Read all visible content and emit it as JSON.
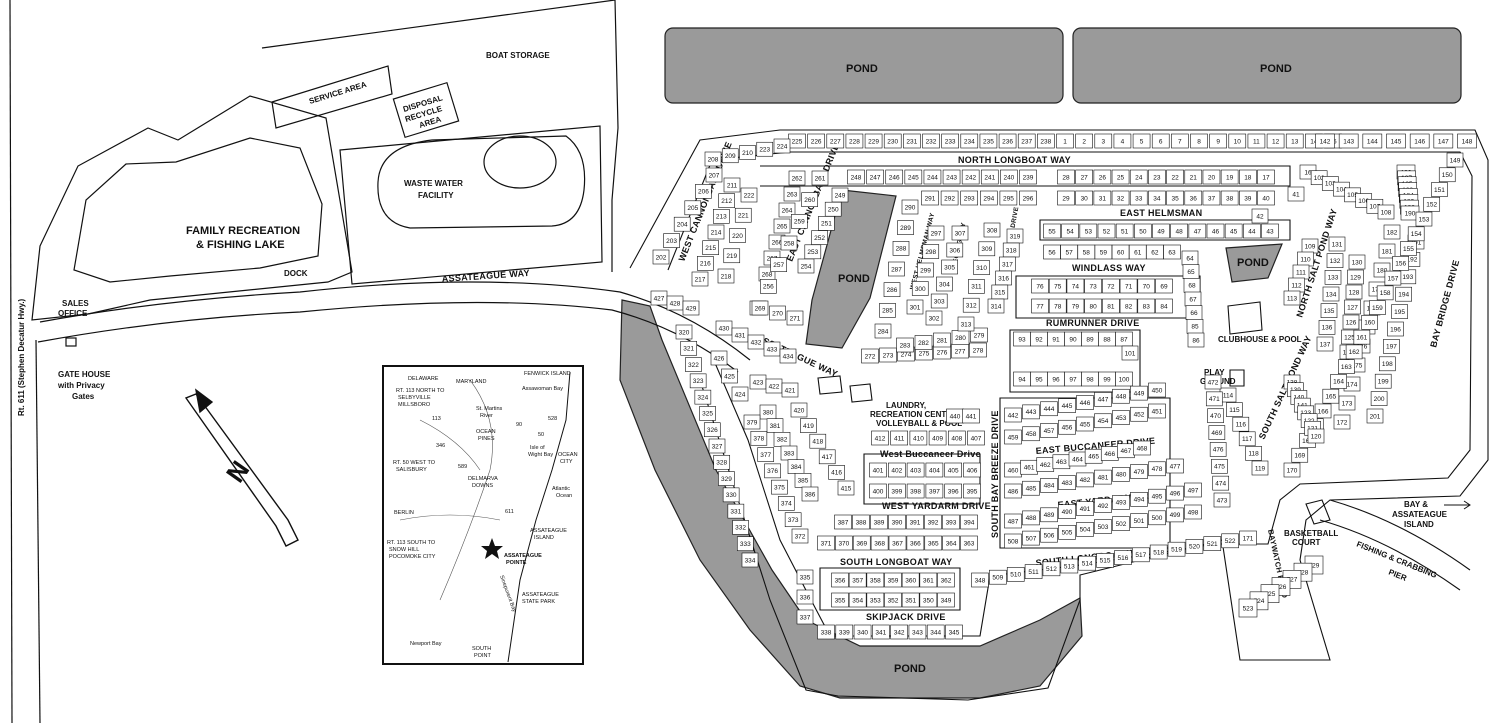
{
  "title": "Assateague Pointe site map",
  "labels": {
    "pond": "POND",
    "boat_storage": "BOAT STORAGE",
    "service_area": "SERVICE AREA",
    "disposal_1": "DISPOSAL",
    "disposal_2": "RECYCLE",
    "disposal_3": "AREA",
    "waste_1": "WASTE WATER",
    "waste_2": "FACILITY",
    "lake_1": "FAMILY RECREATION",
    "lake_2": "& FISHING LAKE",
    "dock": "DOCK",
    "sales_1": "SALES",
    "sales_2": "OFFICE",
    "gate_1": "GATE HOUSE",
    "gate_2": "with Privacy",
    "gate_3": "Gates",
    "rt611": "Rt. 611 (Stephen Decatur Hwy.)",
    "clubhouse": "CLUBHOUSE & POOL",
    "play_1": "PLAY",
    "play_2": "GROUND",
    "laundry_1": "LAUNDRY,",
    "laundry_2": "RECREATION CENTER,",
    "laundry_3": "VOLLEYBALL & POOL",
    "basket_1": "BASKETBALL",
    "basket_2": "COURT",
    "bay_1": "BAY &",
    "bay_2": "ASSATEAGUE",
    "bay_3": "ISLAND",
    "fishing_1": "FISHING & CRABBING",
    "fishing_2": "PIER",
    "north": "N"
  },
  "roads": {
    "assateague_way": "ASSATEAGUE WAY",
    "north_longboat": "NORTH LONGBOAT WAY",
    "east_helmsman": "EAST HELMSMAN",
    "windlass": "WINDLASS WAY",
    "rumrunner": "RUMRUNNER DRIVE",
    "west_buccaneer": "West Buccaneer Drive",
    "east_buccaneer": "EAST BUCCANEER DRIVE",
    "west_yardarm": "WEST YARDARM DRIVE",
    "east_yardarm": "EAST YARDARM DRIVE",
    "south_longboat": "SOUTH LONGBOAT WAY",
    "skipjack": "SKIPJACK DRIVE",
    "west_cannonball": "WEST CANNONBALL DRIVE",
    "east_cannonball": "EAST CANNONBALL DRIVE",
    "west_helmsman": "WEST HELMSMAN WAY",
    "pegleg": "PEGLEG WAY",
    "north_bay_breeze": "NORTH BAY BREEZE DRIVE",
    "south_bay_breeze": "SOUTH BAY BREEZE DRIVE",
    "north_salt_pond": "NORTH SALT POND WAY",
    "south_salt_pond": "SOUTH SALT POND WAY",
    "bay_bridge": "BAY BRIDGE DRIVE",
    "baywatch": "BAYWATCH ROAD"
  },
  "inset": {
    "delaware": "DELAWARE",
    "fenwick": "FENWICK ISLAND",
    "maryland": "MARYLAND",
    "assawoman": "Assawoman Bay",
    "rt113n_1": "RT. 113 NORTH TO",
    "rt113n_2": "SELBYVILLE",
    "rt113n_3": "MILLSBORO",
    "st_martins_1": "St. Martins",
    "st_martins_2": "River",
    "ocean_pines_1": "OCEAN",
    "ocean_pines_2": "PINES",
    "isle_wight": "Isle of",
    "isle_wight_2": "Wight Bay",
    "ocean_city_1": "OCEAN",
    "ocean_city_2": "CITY",
    "rt50_1": "RT. 50 WEST TO",
    "rt50_2": "SALISBURY",
    "delmarva_1": "DELMARVA",
    "delmarva_2": "DOWNS",
    "atlantic_1": "Atlantic",
    "atlantic_2": "Ocean",
    "berlin": "BERLIN",
    "rt113s_1": "RT. 113 SOUTH TO",
    "rt113s_2": "SNOW HILL",
    "rt113s_3": "POCOMOKE CITY",
    "assateague_pointe_1": "ASSATEAGUE",
    "assateague_pointe_2": "POINTE",
    "assateague_island_1": "ASSATEAGUE",
    "assateague_island_2": "ISLAND",
    "state_park_1": "ASSATEAGUE",
    "state_park_2": "STATE PARK",
    "sinepuxent": "Sinepuxent Bay",
    "newport": "Newport Bay",
    "south_point_1": "SOUTH",
    "south_point_2": "POINT",
    "r113": "113",
    "r50": "50",
    "r346": "346",
    "r589": "589",
    "r611": "611",
    "r90": "90",
    "r528": "528"
  },
  "lot_rows": [
    {
      "n": [
        "225",
        "226",
        "227",
        "228",
        "229",
        "230",
        "231",
        "232",
        "233",
        "234",
        "235",
        "236",
        "237",
        "238",
        "1",
        "2",
        "3",
        "4",
        "5",
        "6",
        "7",
        "8",
        "9",
        "10",
        "11",
        "12",
        "13",
        "14",
        "15"
      ]
    },
    {
      "n": [
        "142",
        "143",
        "144",
        "145",
        "146",
        "147",
        "148"
      ]
    },
    {
      "n": [
        "248",
        "247",
        "246",
        "245",
        "244",
        "243",
        "242",
        "241",
        "240",
        "239"
      ]
    },
    {
      "n": [
        "291",
        "292",
        "293",
        "294",
        "295",
        "296"
      ]
    },
    {
      "n": [
        "28",
        "27",
        "26",
        "25",
        "24",
        "23",
        "22",
        "21",
        "20",
        "19",
        "18",
        "17"
      ]
    },
    {
      "n": [
        "29",
        "30",
        "31",
        "32",
        "33",
        "34",
        "35",
        "36",
        "37",
        "38",
        "39",
        "40"
      ]
    },
    {
      "n": [
        "55",
        "54",
        "53",
        "52",
        "51",
        "50",
        "49",
        "48",
        "47",
        "46",
        "45",
        "44",
        "43"
      ]
    },
    {
      "n": [
        "56",
        "57",
        "58",
        "59",
        "60",
        "61",
        "62",
        "63"
      ]
    },
    {
      "n": [
        "76",
        "75",
        "74",
        "73",
        "72",
        "71",
        "70",
        "69"
      ]
    },
    {
      "n": [
        "77",
        "78",
        "79",
        "80",
        "81",
        "82",
        "83",
        "84"
      ]
    },
    {
      "n": [
        "93",
        "92",
        "91",
        "90",
        "89",
        "88",
        "87"
      ]
    },
    {
      "n": [
        "94",
        "95",
        "96",
        "97",
        "98",
        "99",
        "100"
      ]
    },
    {
      "n": [
        "272",
        "273",
        "274",
        "275",
        "276",
        "277",
        "278"
      ]
    },
    {
      "n": [
        "283",
        "282",
        "281",
        "280",
        "279"
      ]
    },
    {
      "n": [
        "412",
        "411",
        "410",
        "409",
        "408",
        "407"
      ]
    },
    {
      "n": [
        "440",
        "441"
      ]
    },
    {
      "n": [
        "401",
        "402",
        "403",
        "404",
        "405",
        "406"
      ]
    },
    {
      "n": [
        "400",
        "399",
        "398",
        "397",
        "396",
        "395"
      ]
    },
    {
      "n": [
        "442",
        "443",
        "444",
        "445",
        "446",
        "447",
        "448",
        "449",
        "450"
      ]
    },
    {
      "n": [
        "459",
        "458",
        "457",
        "456",
        "455",
        "454",
        "453",
        "452",
        "451"
      ]
    },
    {
      "n": [
        "460",
        "461",
        "462",
        "463",
        "464",
        "465",
        "466",
        "467",
        "468"
      ]
    },
    {
      "n": [
        "486",
        "485",
        "484",
        "483",
        "482",
        "481",
        "480",
        "479",
        "478",
        "477"
      ]
    },
    {
      "n": [
        "487",
        "488",
        "489",
        "490",
        "491",
        "492",
        "493",
        "494",
        "495",
        "496",
        "497"
      ]
    },
    {
      "n": [
        "508",
        "507",
        "506",
        "505",
        "504",
        "503",
        "502",
        "501",
        "500",
        "499",
        "498"
      ]
    },
    {
      "n": [
        "387",
        "388",
        "389",
        "390",
        "391",
        "392",
        "393",
        "394"
      ]
    },
    {
      "n": [
        "371",
        "370",
        "369",
        "368",
        "367",
        "366",
        "365",
        "364",
        "363"
      ]
    },
    {
      "n": [
        "356",
        "357",
        "358",
        "359",
        "360",
        "361",
        "362"
      ]
    },
    {
      "n": [
        "355",
        "354",
        "353",
        "352",
        "351",
        "350",
        "349"
      ]
    },
    {
      "n": [
        "338",
        "339",
        "340",
        "341",
        "342",
        "343",
        "344",
        "345"
      ]
    },
    {
      "n": [
        "348",
        "509",
        "510",
        "511",
        "512",
        "513",
        "514",
        "515",
        "516",
        "517",
        "518",
        "519",
        "520",
        "521",
        "522",
        "171"
      ]
    },
    {
      "n": [
        "335",
        "336",
        "337"
      ]
    },
    {
      "n": [
        "427",
        "428",
        "429"
      ]
    },
    {
      "n": [
        "430",
        "431",
        "432",
        "433",
        "434"
      ]
    },
    {
      "n": [
        "423",
        "422",
        "421"
      ]
    },
    {
      "n": [
        "426",
        "425",
        "424"
      ]
    },
    {
      "n": [
        "320",
        "321",
        "322",
        "323",
        "324",
        "325",
        "326",
        "327",
        "328",
        "329",
        "330",
        "331",
        "332",
        "333",
        "334"
      ]
    },
    {
      "n": [
        "380",
        "381",
        "382",
        "383",
        "384",
        "385",
        "386"
      ]
    },
    {
      "n": [
        "379",
        "378",
        "377",
        "376",
        "375",
        "374",
        "373",
        "372"
      ]
    },
    {
      "n": [
        "420",
        "419",
        "418",
        "417",
        "416",
        "415"
      ]
    },
    {
      "n": [
        "208",
        "209",
        "210",
        "223",
        "224"
      ]
    },
    {
      "n": [
        "207",
        "206",
        "205",
        "204",
        "203",
        "202"
      ]
    },
    {
      "n": [
        "211",
        "212",
        "213",
        "214",
        "215",
        "216",
        "217"
      ]
    },
    {
      "n": [
        "222",
        "221",
        "220",
        "219",
        "218"
      ]
    },
    {
      "n": [
        "262",
        "263",
        "264",
        "265",
        "266",
        "267",
        "268"
      ]
    },
    {
      "n": [
        "261",
        "260",
        "259",
        "258",
        "257",
        "256",
        "255"
      ]
    },
    {
      "n": [
        "249",
        "250",
        "251",
        "252",
        "253",
        "254"
      ]
    },
    {
      "n": [
        "269",
        "270",
        "271"
      ]
    },
    {
      "n": [
        "290",
        "289",
        "288",
        "287",
        "286",
        "285",
        "284"
      ]
    },
    {
      "n": [
        "297",
        "298",
        "299",
        "300",
        "301"
      ]
    },
    {
      "n": [
        "307",
        "306",
        "305",
        "304",
        "303",
        "302"
      ]
    },
    {
      "n": [
        "308",
        "309",
        "310",
        "311",
        "312",
        "313"
      ]
    },
    {
      "n": [
        "319",
        "318",
        "317",
        "316",
        "315",
        "314"
      ]
    },
    {
      "n": [
        "64",
        "65",
        "68",
        "67",
        "66",
        "85",
        "86"
      ]
    },
    {
      "n": [
        "41",
        "42"
      ]
    },
    {
      "n": [
        "16",
        "102",
        "103",
        "104",
        "105",
        "106",
        "107",
        "108"
      ]
    },
    {
      "n": [
        "109",
        "110",
        "111",
        "112",
        "113"
      ]
    },
    {
      "n": [
        "131",
        "132",
        "133",
        "134",
        "135",
        "136",
        "137"
      ]
    },
    {
      "n": [
        "130",
        "129",
        "128",
        "127",
        "126",
        "125",
        "124"
      ]
    },
    {
      "n": [
        "186",
        "187",
        "185",
        "188",
        "184",
        "189",
        "183",
        "190"
      ]
    },
    {
      "n": [
        "182",
        "181",
        "180",
        "179",
        "178",
        "177",
        "176",
        "175",
        "174",
        "173",
        "172"
      ]
    },
    {
      "n": [
        "191",
        "192",
        "193",
        "194",
        "195",
        "196",
        "197",
        "198",
        "199",
        "200",
        "201"
      ]
    },
    {
      "n": [
        "149",
        "150",
        "151",
        "152",
        "153",
        "154",
        "155",
        "156",
        "157",
        "158",
        "159",
        "160",
        "161",
        "162",
        "163",
        "164",
        "165",
        "166",
        "167",
        "168",
        "169",
        "170"
      ]
    },
    {
      "n": [
        "138",
        "139",
        "140",
        "141",
        "123",
        "122",
        "121",
        "120"
      ]
    },
    {
      "n": [
        "114",
        "115",
        "116",
        "117",
        "118",
        "119"
      ]
    },
    {
      "n": [
        "472",
        "471",
        "470",
        "469",
        "476",
        "475",
        "474",
        "473"
      ]
    },
    {
      "n": [
        "529",
        "528",
        "527",
        "526",
        "525",
        "524",
        "523"
      ]
    },
    {
      "n": [
        "101"
      ]
    }
  ]
}
